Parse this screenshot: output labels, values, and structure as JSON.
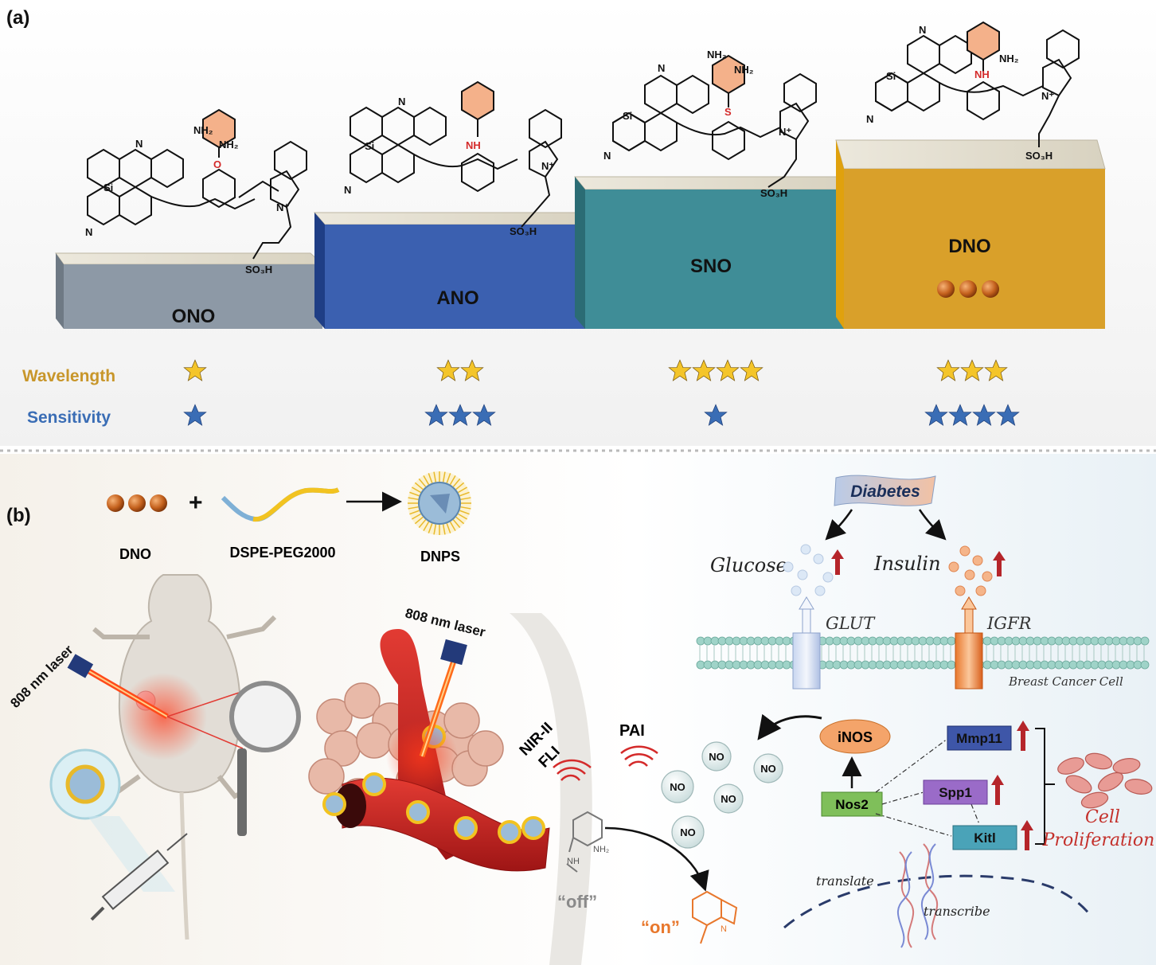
{
  "panel_a": {
    "label": "(a)",
    "platforms": [
      {
        "name": "ONO",
        "linker": "O",
        "color": "#8d99a6"
      },
      {
        "name": "ANO",
        "linker": "NH",
        "color": "#3b60b0"
      },
      {
        "name": "SNO",
        "linker": "S",
        "color": "#3f8d97"
      },
      {
        "name": "DNO",
        "linker": "NH",
        "color": "#d9a02a"
      }
    ],
    "chem_labels": {
      "nh2": "NH₂",
      "si": "Si",
      "n": "N",
      "n_plus": "N⁺",
      "so3h": "SO₃H"
    },
    "ratings": {
      "wavelength_label": "Wavelength",
      "sensitivity_label": "Sensitivity",
      "wavelength_color": "#c8962a",
      "sensitivity_color": "#3a6db5",
      "wavelength": [
        1,
        2,
        4,
        3
      ],
      "sensitivity": [
        1,
        3,
        1,
        4
      ]
    }
  },
  "panel_b": {
    "label": "(b)",
    "dno_label": "DNO",
    "plus": "+",
    "peg_label": "DSPE-PEG2000",
    "dnps_label": "DNPS",
    "laser_left": "808 nm laser",
    "laser_right": "808 nm laser",
    "nir_label_1": "NIR-II",
    "nir_label_2": "FLI",
    "pai_label": "PAI",
    "off_label": "“off”",
    "on_label": "“on”",
    "probe_nh2": "NH₂",
    "probe_nh": "NH",
    "triazole_n": "N",
    "no_label": "NO",
    "diabetes": "Diabetes",
    "glucose": "Glucose",
    "insulin": "Insulin",
    "glut": "GLUT",
    "igfr": "IGFR",
    "breast_cancer_cell": "Breast Cancer Cell",
    "inos": "iNOS",
    "nos2": "Nos2",
    "mmp11": "Mmp11",
    "spp1": "Spp1",
    "kitl": "Kitl",
    "cell": "Cell",
    "proliferation": "Proliferation",
    "translate": "translate",
    "transcribe": "transcribe"
  }
}
